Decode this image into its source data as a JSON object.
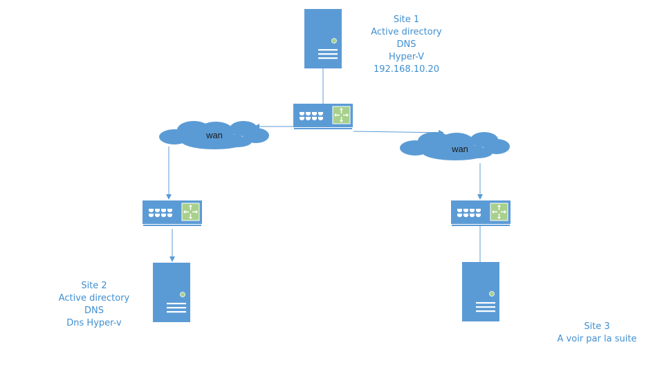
{
  "colors": {
    "device_fill": "#5b9bd5",
    "device_dark": "#4a86c0",
    "line": "#5b9bd5",
    "label_text": "#3f8fd0",
    "router_panel": "#a8d08d"
  },
  "site1": {
    "name": "Site 1",
    "lines": [
      "Active directory",
      "DNS",
      "Hyper-V",
      "192.168.10.20"
    ]
  },
  "site2": {
    "name": "Site 2",
    "lines": [
      "Active directory",
      "DNS",
      "Dns Hyper-v"
    ]
  },
  "site3": {
    "name": "Site 3",
    "lines": [
      "A voir par la suite"
    ]
  },
  "clouds": {
    "left": {
      "label": "wan",
      "icon": "cloud-icon"
    },
    "right": {
      "label": "wan",
      "icon": "cloud-icon"
    }
  },
  "devices": {
    "server_icon": "server-icon",
    "switch_icon": "switch-router-icon"
  }
}
